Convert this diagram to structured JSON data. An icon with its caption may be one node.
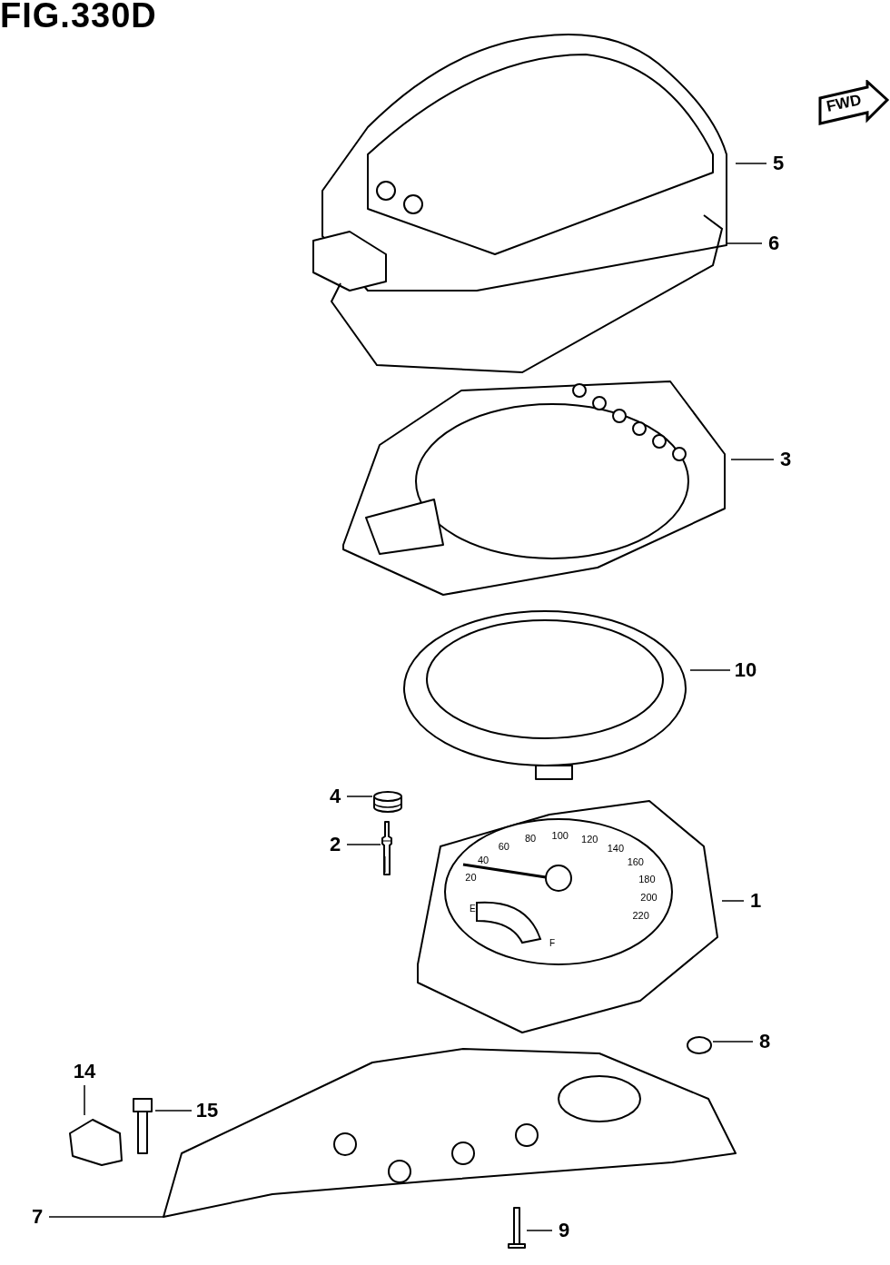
{
  "diagram": {
    "title": "FIG.330D",
    "nodes": [
      {
        "text": [
          "5"
        ]
      },
      {
        "text": [],
        "shape": "picture"
      },
      {
        "text": [
          "6"
        ]
      },
      {
        "text": [],
        "shape": "picture"
      },
      {
        "text": [
          "3"
        ]
      },
      {
        "text": [],
        "shape": "picture"
      },
      {
        "text": [
          "10"
        ]
      },
      {
        "text": [],
        "shape": "picture"
      },
      {
        "text": [
          "4"
        ]
      },
      {
        "text": [],
        "shape": "cylinder"
      },
      {
        "text": [
          "2"
        ]
      },
      {
        "text": [],
        "shape": "picture"
      },
      {
        "text": [
          "1"
        ]
      },
      {
        "text": [],
        "shape": "picture"
      },
      {
        "text": [
          "8"
        ]
      },
      {
        "text": [],
        "shape": "circle"
      },
      {
        "text": [
          "14"
        ]
      },
      {
        "text": [],
        "shape": "picture"
      },
      {
        "text": [
          "15"
        ]
      },
      {
        "text": [],
        "shape": "picture"
      },
      {
        "text": [
          "7"
        ]
      },
      {
        "text": [],
        "shape": "picture"
      },
      {
        "text": [
          "9"
        ]
      },
      {
        "text": [],
        "shape": "picture"
      }
    ],
    "edges": [
      {
        "from": 0,
        "to": 1,
        "arrow": "none"
      },
      {
        "from": 2,
        "to": 3,
        "arrow": "none"
      },
      {
        "from": 4,
        "to": 5,
        "arrow": "none"
      },
      {
        "from": 6,
        "to": 7,
        "arrow": "none"
      },
      {
        "from": 8,
        "to": 9,
        "arrow": "none"
      },
      {
        "from": 10,
        "to": 11,
        "arrow": "none"
      },
      {
        "from": 12,
        "to": 13,
        "arrow": "none"
      },
      {
        "from": 14,
        "to": 15,
        "arrow": "none"
      },
      {
        "from": 16,
        "to": 17,
        "arrow": "none"
      },
      {
        "from": 18,
        "to": 19,
        "arrow": "none"
      },
      {
        "from": 20,
        "to": 21,
        "arrow": "none"
      },
      {
        "from": 22,
        "to": 23,
        "arrow": "none"
      }
    ],
    "labels": [
      "FWD",
      "20",
      "40",
      "60",
      "80",
      "100",
      "120",
      "140",
      "160",
      "180",
      "200",
      "220",
      "E",
      "F"
    ]
  }
}
